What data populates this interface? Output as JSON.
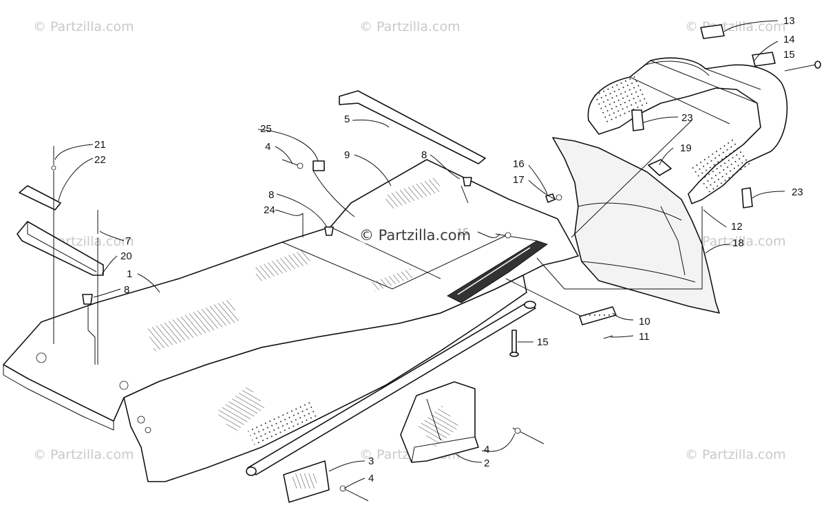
{
  "watermarks": {
    "corner": "© Partzilla.com",
    "center": "© Partzilla.com"
  },
  "callouts": [
    {
      "id": "c1",
      "label": "1"
    },
    {
      "id": "c2",
      "label": "2"
    },
    {
      "id": "c3",
      "label": "3"
    },
    {
      "id": "c4a",
      "label": "4"
    },
    {
      "id": "c4b",
      "label": "4"
    },
    {
      "id": "c4c",
      "label": "4"
    },
    {
      "id": "c5",
      "label": "5"
    },
    {
      "id": "c7",
      "label": "7"
    },
    {
      "id": "c8a",
      "label": "8"
    },
    {
      "id": "c8b",
      "label": "8"
    },
    {
      "id": "c8c",
      "label": "8"
    },
    {
      "id": "c9",
      "label": "9"
    },
    {
      "id": "c10",
      "label": "10"
    },
    {
      "id": "c11",
      "label": "11"
    },
    {
      "id": "c12",
      "label": "12"
    },
    {
      "id": "c13",
      "label": "13"
    },
    {
      "id": "c14",
      "label": "14"
    },
    {
      "id": "c15a",
      "label": "15"
    },
    {
      "id": "c15b",
      "label": "15"
    },
    {
      "id": "c15c",
      "label": "15"
    },
    {
      "id": "c16",
      "label": "16"
    },
    {
      "id": "c17",
      "label": "17"
    },
    {
      "id": "c18",
      "label": "18"
    },
    {
      "id": "c19",
      "label": "19"
    },
    {
      "id": "c20",
      "label": "20"
    },
    {
      "id": "c21",
      "label": "21"
    },
    {
      "id": "c22",
      "label": "22"
    },
    {
      "id": "c23a",
      "label": "23"
    },
    {
      "id": "c23b",
      "label": "23"
    },
    {
      "id": "c24",
      "label": "24"
    },
    {
      "id": "c25",
      "label": "25"
    }
  ]
}
